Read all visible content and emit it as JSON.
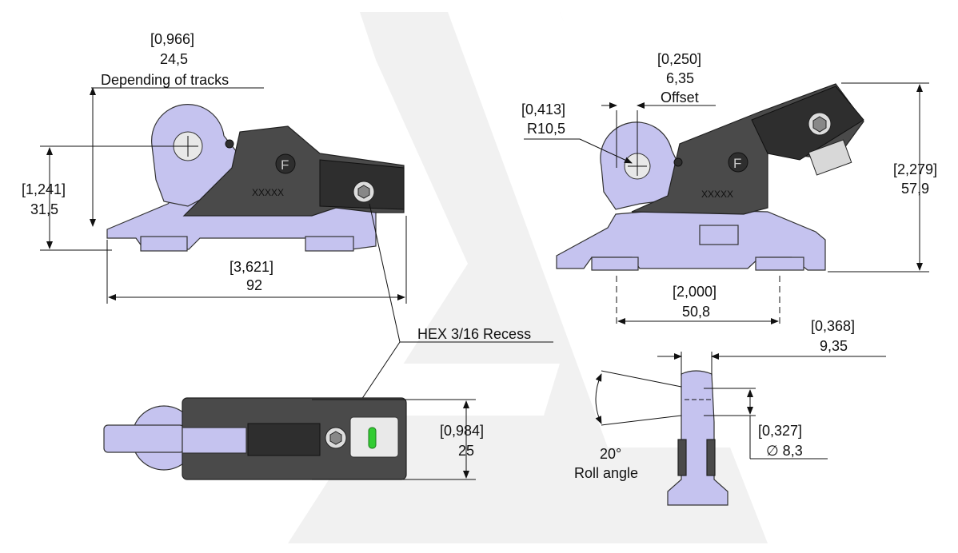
{
  "colors": {
    "body": "#c5c3ef",
    "dark": "#4a4a4a",
    "indicator": "#33cc33",
    "watermark": "#f1f1f1"
  },
  "side_view": {
    "width_bracket": "[0,966]",
    "width_mm": "24,5",
    "width_note": "Depending of tracks",
    "height_bracket": "[1,241]",
    "height_mm": "31,5",
    "length_bracket": "[3,621]",
    "length_mm": "92",
    "mark": "XXXXX",
    "letter": "F"
  },
  "hex_note": "HEX 3/16 Recess",
  "tilted_view": {
    "offset_bracket": "[0,250]",
    "offset_mm": "6,35",
    "offset_label": "Offset",
    "radius_bracket": "[0,413]",
    "radius_mm": "R10,5",
    "height_bracket": "[2,279]",
    "height_mm": "57,9",
    "spacing_bracket": "[2,000]",
    "spacing_mm": "50,8",
    "mark": "XXXXX",
    "letter": "F"
  },
  "top_view": {
    "width_bracket": "[0,984]",
    "width_mm": "25"
  },
  "section_view": {
    "thickness_bracket": "[0,368]",
    "thickness_mm": "9,35",
    "diameter_bracket": "[0,327]",
    "diameter_mm": "∅ 8,3",
    "angle": "20°",
    "angle_label": "Roll angle"
  }
}
